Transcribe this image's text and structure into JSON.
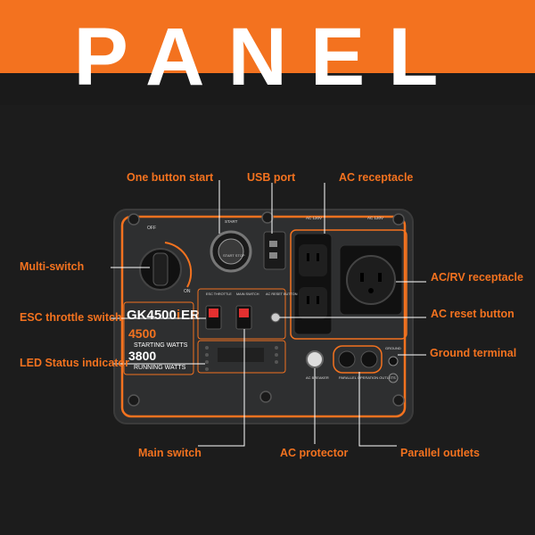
{
  "header": {
    "title": "PANEL"
  },
  "callouts": {
    "one_button_start": "One button start",
    "usb_port": "USB port",
    "ac_receptacle": "AC receptacle",
    "multi_switch": "Multi-switch",
    "ac_rv_receptacle": "AC/RV receptacle",
    "esc_throttle_switch": "ESC throttle switch",
    "ac_reset_button": "AC reset button",
    "led_status_indicator": "LED Status indicator",
    "ground_terminal": "Ground terminal",
    "main_switch": "Main switch",
    "ac_protector": "AC protector",
    "parallel_outlets": "Parallel outlets"
  },
  "panel": {
    "model_prefix": "GK4500",
    "model_suffix": "ER",
    "starting_watts_value": "4500",
    "starting_watts_label": "STARTING WATTS",
    "running_watts_value": "3800",
    "running_watts_label": "RUNNING WATTS",
    "off_label": "OFF",
    "on_label": "ON",
    "start_label": "START",
    "start_stop_label": "START STOP",
    "esc_throttle_label": "ESC THROTTLE",
    "main_switch_label": "MAIN SWITCH",
    "ac_reset_label": "AC RESET BUTTON",
    "ac120_label_1": "AC 120V",
    "ac120_label_2": "AC 120V",
    "breaker_label": "AC BREAKER",
    "parallel_label": "PARALLEL OPERATION OUTLETS",
    "ground_label": "GROUND"
  },
  "colors": {
    "accent": "#f3721f",
    "background": "#1c1c1c",
    "panel": "#2e2f30"
  }
}
